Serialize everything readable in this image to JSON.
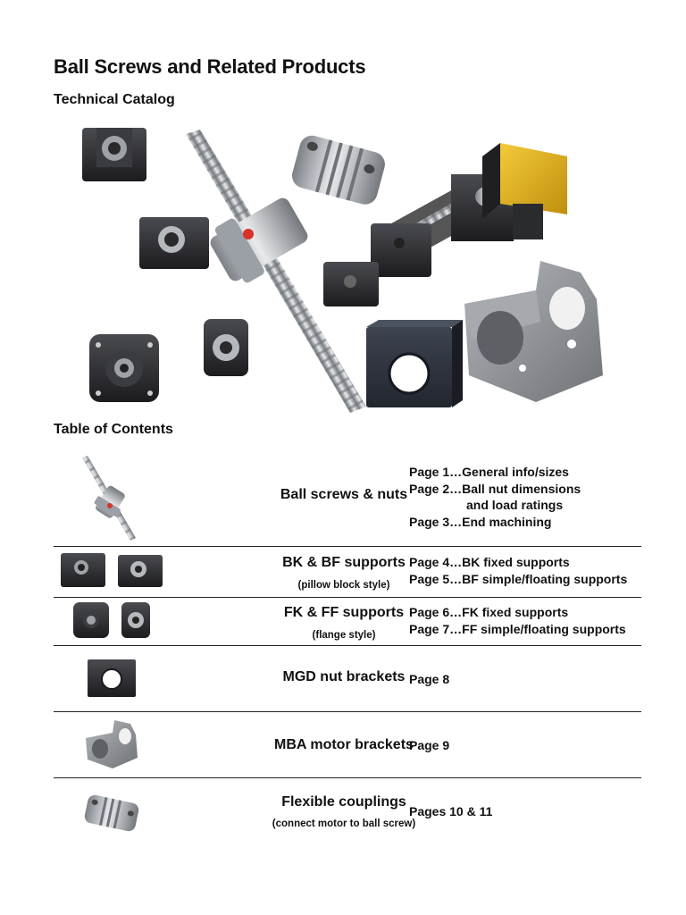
{
  "header": {
    "title": "Ball Screws and Related Products",
    "subtitle": "Technical Catalog"
  },
  "toc": {
    "heading": "Table of Contents",
    "rows": [
      {
        "name": "Ball screws & nuts",
        "sub": "",
        "pages": [
          "Page 1…General info/sizes",
          "Page 2…Ball nut dimensions",
          "and load ratings",
          "Page 3…End machining"
        ]
      },
      {
        "name": "BK & BF supports",
        "sub": "(pillow block style)",
        "pages": [
          "Page 4…BK fixed supports",
          "Page 5…BF simple/floating supports"
        ]
      },
      {
        "name": "FK & FF supports",
        "sub": "(flange style)",
        "pages": [
          "Page 6…FK fixed supports",
          "Page 7…FF simple/floating supports"
        ]
      },
      {
        "name": "MGD nut brackets",
        "sub": "",
        "pages": [
          "Page 8"
        ]
      },
      {
        "name": "MBA motor brackets",
        "sub": "",
        "pages": [
          "Page 9"
        ]
      },
      {
        "name": "Flexible couplings",
        "sub": "(connect motor to ball screw)",
        "pages": [
          "Pages 10 & 11"
        ]
      }
    ]
  },
  "colors": {
    "block_dark": "#2b2b2e",
    "steel": "#b9bcc0",
    "motor_gold": "#e3b21b",
    "bracket_gray": "#8f9296",
    "nut_red": "#d8322a"
  }
}
